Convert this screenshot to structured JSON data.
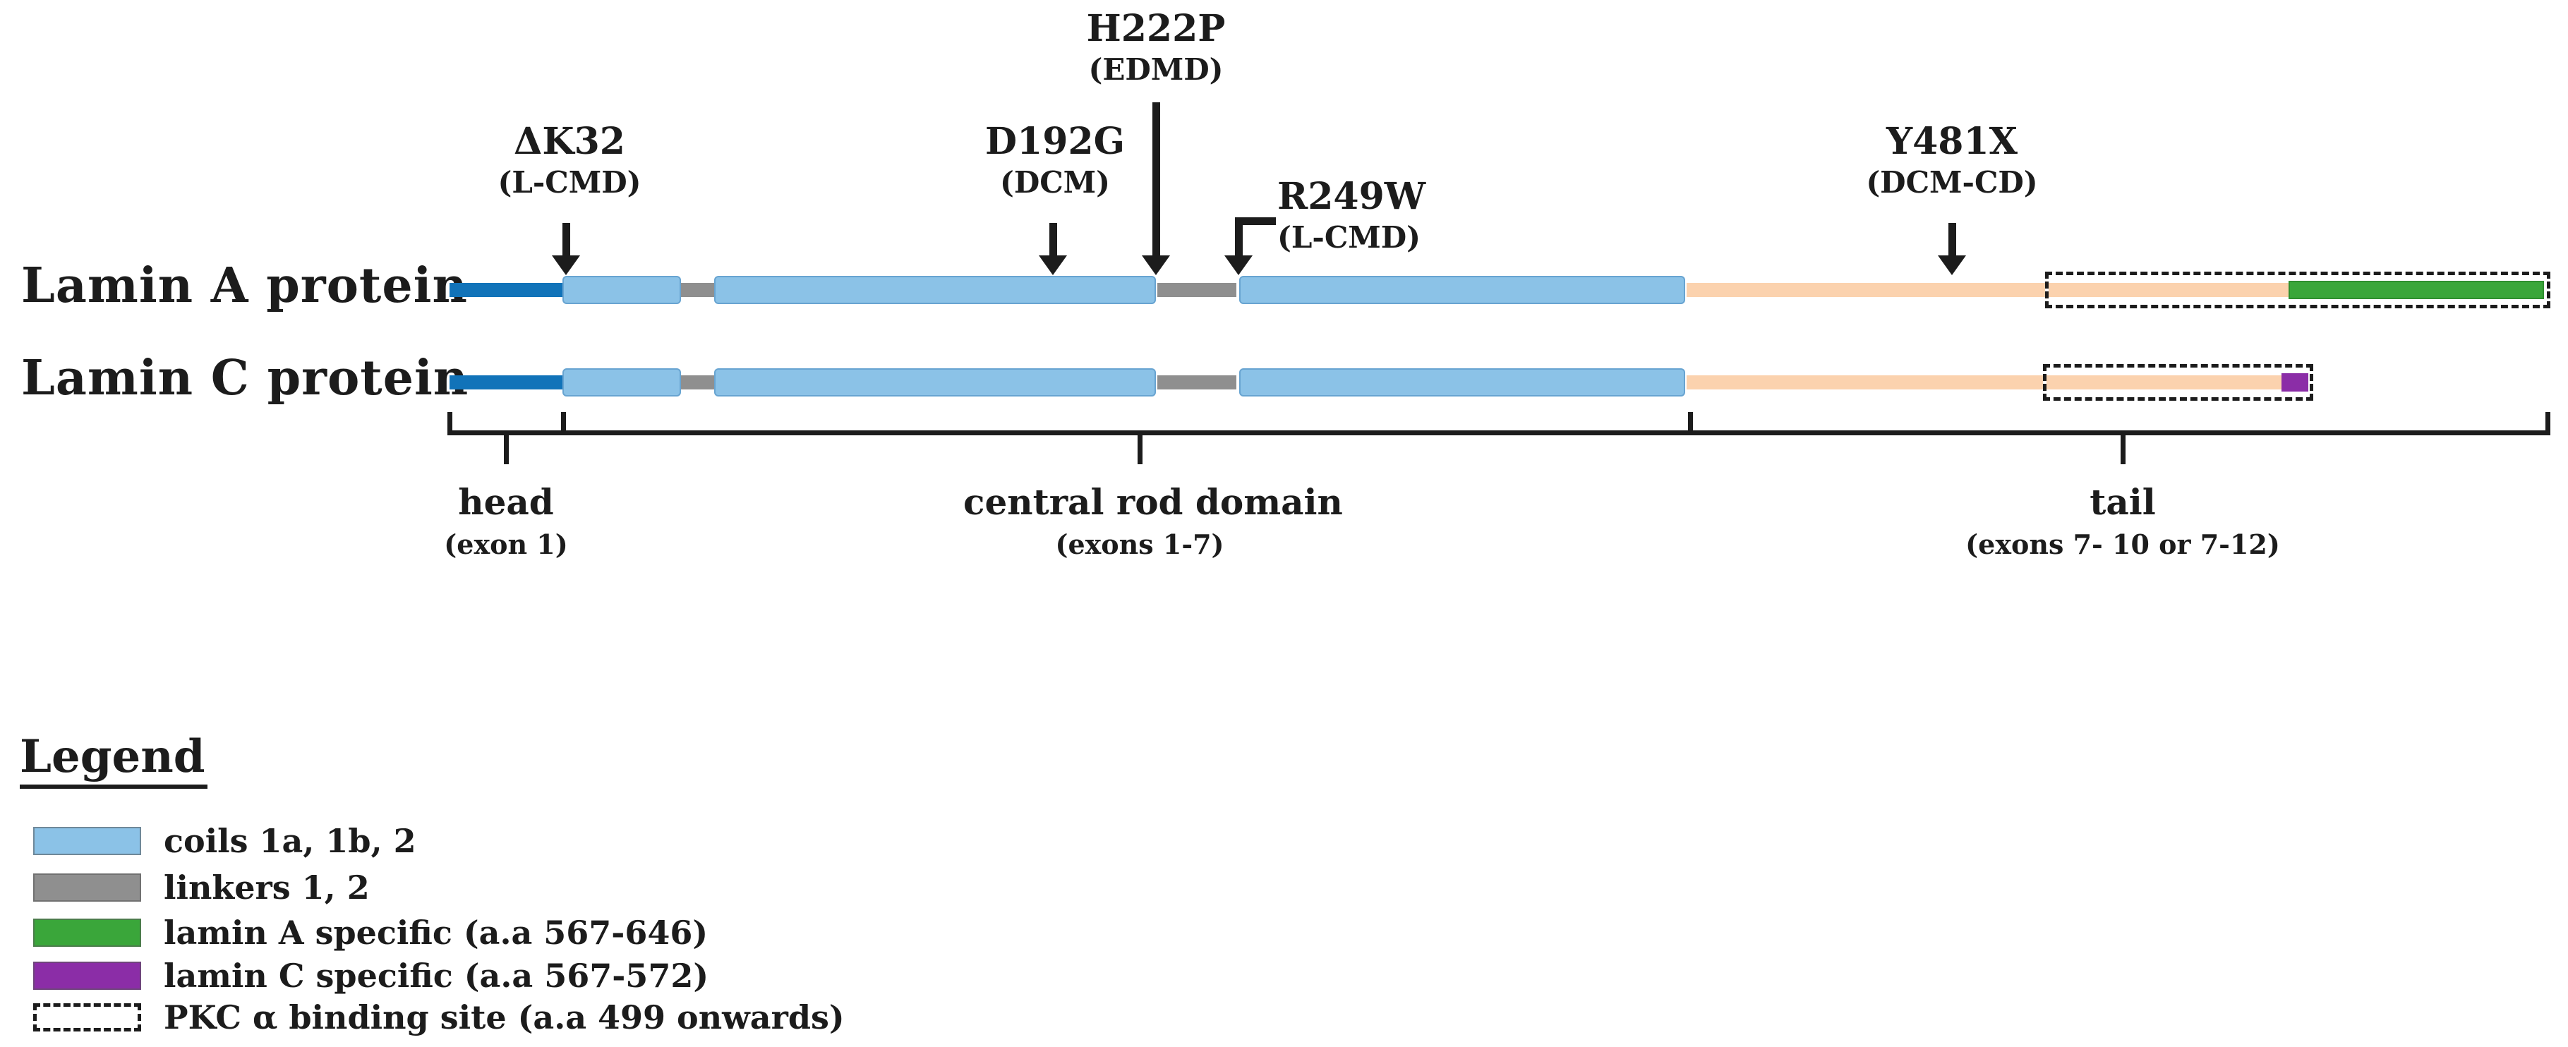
{
  "figure": {
    "rows": [
      {
        "label": "Lamin A protein"
      },
      {
        "label": "Lamin C protein"
      }
    ],
    "mutations": [
      {
        "name": "ΔK32",
        "disease": "(L-CMD)"
      },
      {
        "name": "D192G",
        "disease": "(DCM)"
      },
      {
        "name": "H222P",
        "disease": "(EDMD)"
      },
      {
        "name": "R249W",
        "disease": "(L-CMD)"
      },
      {
        "name": "Y481X",
        "disease": "(DCM-CD)"
      }
    ],
    "domains": [
      {
        "label": "head",
        "sub": "(exon 1)"
      },
      {
        "label": "central rod domain",
        "sub": "(exons 1-7)"
      },
      {
        "label": "tail",
        "sub": "(exons 7- 10 or 7-12)"
      }
    ]
  },
  "legend": {
    "title": "Legend",
    "items": [
      {
        "label": "coils 1a, 1b, 2",
        "swatch": "coil-blue"
      },
      {
        "label": "linkers 1, 2",
        "swatch": "linker-gray"
      },
      {
        "label": "lamin A specific (a.a 567-646)",
        "swatch": "lamin-a-green"
      },
      {
        "label": "lamin C specific (a.a 567-572)",
        "swatch": "lamin-c-purple"
      },
      {
        "label": "PKC α binding site (a.a 499 onwards)",
        "swatch": "pkc-dashed"
      }
    ]
  },
  "colors": {
    "ink": "#1c1c1c",
    "head_blue": "#1173b9",
    "coil_blue": "#8bc2e7",
    "linker_gray": "#8f8f8f",
    "tail_peach": "#fbd2ae",
    "lamin_a_green": "#3aa63a",
    "lamin_c_purple": "#8b2da7"
  }
}
